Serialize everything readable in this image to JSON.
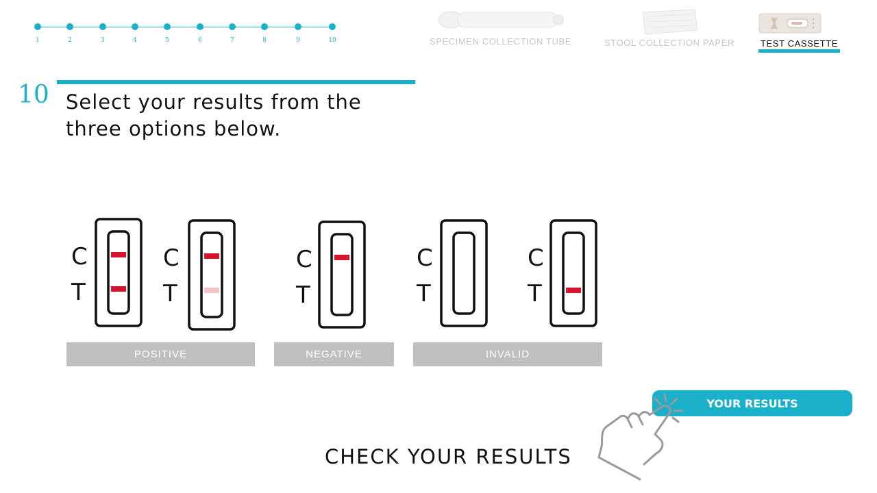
{
  "progress": {
    "steps": [
      "1",
      "2",
      "3",
      "4",
      "5",
      "6",
      "7",
      "8",
      "9",
      "10"
    ],
    "current": 10,
    "color": "#1bb0c9"
  },
  "components": [
    {
      "label": "SPECIMEN COLLECTION TUBE",
      "icon": "specimen-tube-icon",
      "active": false
    },
    {
      "label": "STOOL COLLECTION PAPER",
      "icon": "stool-paper-icon",
      "active": false
    },
    {
      "label": "TEST CASSETTE",
      "icon": "test-cassette-icon",
      "active": true
    }
  ],
  "step_heading": {
    "number": "10",
    "text": "Select your results from the three options below."
  },
  "cassette_labels": {
    "c": "C",
    "t": "T"
  },
  "results": [
    {
      "label": "POSITIVE",
      "cassettes": [
        {
          "c_line": "red",
          "t_line": "red"
        },
        {
          "c_line": "red",
          "t_line": "faint"
        }
      ]
    },
    {
      "label": "NEGATIVE",
      "cassettes": [
        {
          "c_line": "red",
          "t_line": "none"
        }
      ]
    },
    {
      "label": "INVALID",
      "cassettes": [
        {
          "c_line": "none",
          "t_line": "none"
        },
        {
          "c_line": "none",
          "t_line": "red"
        }
      ]
    }
  ],
  "your_results_button": "YOUR RESULTS",
  "check_results_text": "CHECK YOUR RESULTS",
  "colors": {
    "accent": "#1bb0c9",
    "result_button": "#bfbfbf",
    "line_red": "#d5152f",
    "line_faint": "#f2c3c9",
    "hand_icon": "#9a9a9a"
  }
}
